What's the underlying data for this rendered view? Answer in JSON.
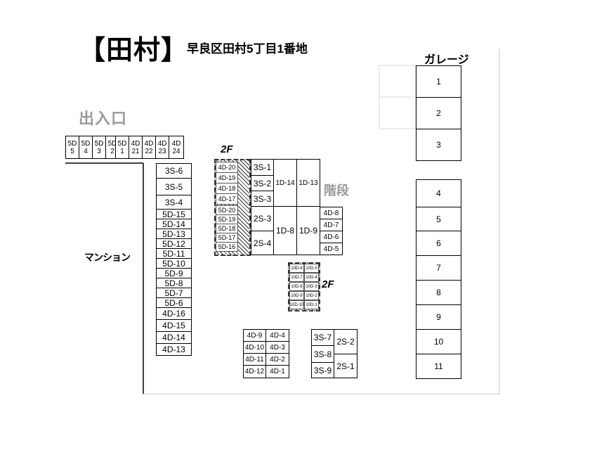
{
  "header": {
    "title": "【田村】",
    "address": "早良区田村5丁目1番地"
  },
  "labels": {
    "garage": "ガレージ",
    "entrance": "出入口",
    "stairs": "階段",
    "mansion": "マンション",
    "second_floor": "2F"
  },
  "garage": [
    "1",
    "2",
    "3",
    "4",
    "5",
    "6",
    "7",
    "8",
    "9",
    "10",
    "11"
  ],
  "top_row": [
    "5D 5",
    "5D 4",
    "5D 3",
    "5D 2",
    "5D 1",
    "4D 21",
    "4D 22",
    "4D 23",
    "4D 24"
  ],
  "left_column": [
    "3S-6",
    "3S-5",
    "3S-4",
    "5D-15",
    "5D-14",
    "5D-13",
    "5D-12",
    "5D-11",
    "5D-10",
    "5D-9",
    "5D-8",
    "5D-7",
    "5D-6",
    "4D-16",
    "4D-15",
    "4D-14",
    "4D-13"
  ],
  "hatched_2f_left": [
    "4D-20",
    "4D-19",
    "4D-18",
    "4D-17",
    "5D-20",
    "5D-19",
    "5D-18",
    "5D-17",
    "5D-16"
  ],
  "center_3s": [
    "3S-1",
    "3S-2",
    "3S-3"
  ],
  "center_1d_top": [
    "1D-14",
    "1D-13"
  ],
  "center_2s": [
    "2S-3",
    "2S-4"
  ],
  "center_1d_bottom": [
    "1D-8",
    "1D-9"
  ],
  "center_4d": [
    "4D-8",
    "4D-7",
    "4D-6",
    "4D-5"
  ],
  "hatched_2f_center_left": [
    "10D-6",
    "10D-7",
    "10D-8",
    "10D-9",
    "10D-10"
  ],
  "hatched_2f_center_right": [
    "10D-5",
    "10D-4",
    "10D-3",
    "10D-2",
    "10D-1"
  ],
  "bottom_4d_left": [
    "4D-9",
    "4D-10",
    "4D-11",
    "4D-12"
  ],
  "bottom_4d_right": [
    "4D-4",
    "4D-3",
    "4D-2",
    "4D-1"
  ],
  "bottom_3s": [
    "3S-7",
    "3S-8",
    "3S-9"
  ],
  "bottom_2s": [
    "2S-2",
    "2S-1"
  ]
}
